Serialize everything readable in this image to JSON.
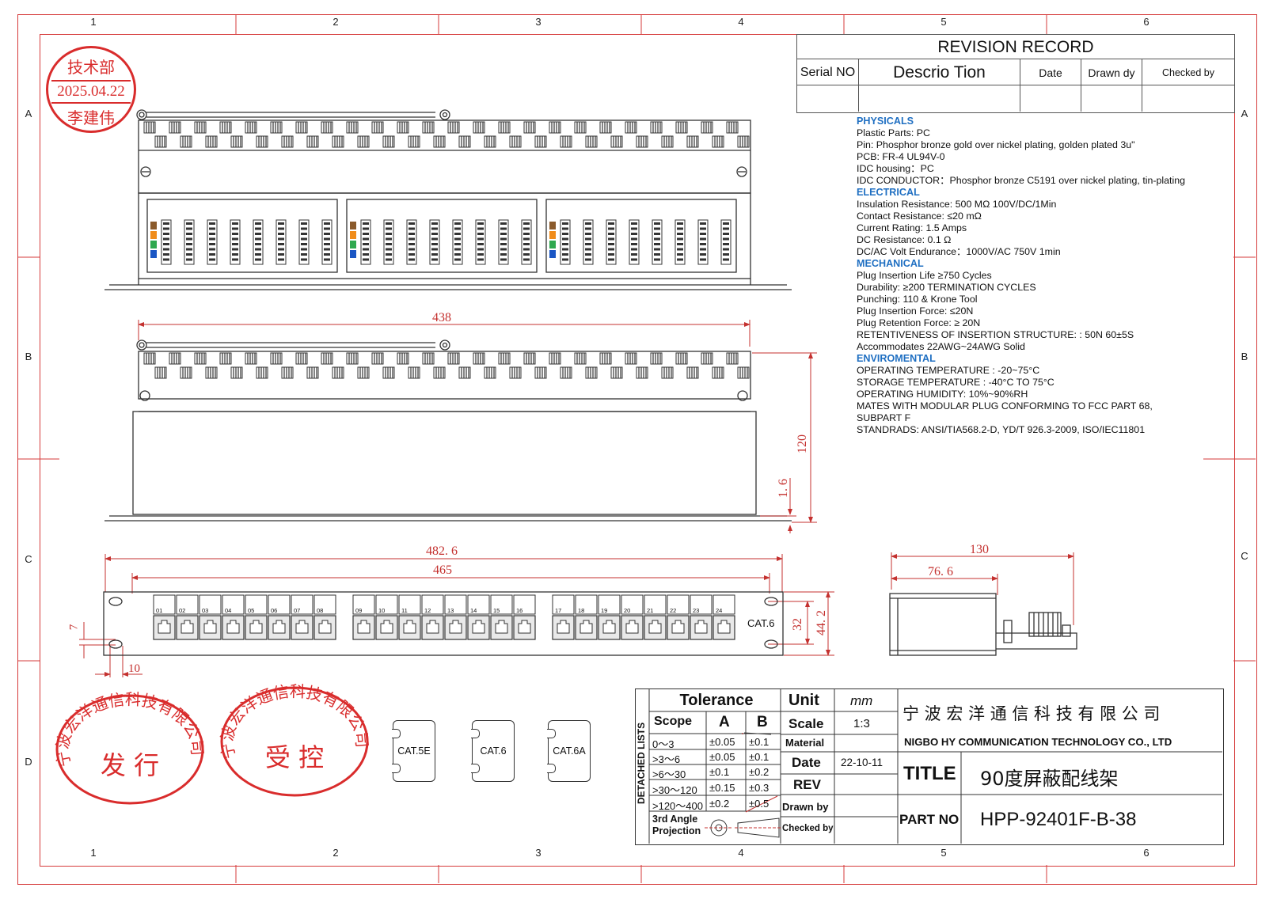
{
  "zones": {
    "columns": [
      "1",
      "2",
      "3",
      "4",
      "5",
      "6"
    ],
    "rows": [
      "A",
      "B",
      "C",
      "D"
    ]
  },
  "revision": {
    "title": "REVISION RECORD",
    "serial": "Serial NO",
    "description": "Descrio Tion",
    "date": "Date",
    "drawn": "Drawn dy",
    "checked": "Checked by"
  },
  "specs": [
    {
      "text": "PHYSICALS",
      "heading": true
    },
    {
      "text": "Plastic Parts: PC"
    },
    {
      "text": "Pin: Phosphor bronze gold over nickel plating, golden plated 3u\""
    },
    {
      "text": "PCB: FR-4 UL94V-0"
    },
    {
      "text": "IDC housing：PC"
    },
    {
      "text": "IDC CONDUCTOR：Phosphor bronze C5191 over nickel plating, tin-plating"
    },
    {
      "text": "ELECTRICAL",
      "heading": true
    },
    {
      "text": "Insulation Resistance: 500 MΩ 100V/DC/1Min"
    },
    {
      "text": "Contact Resistance: ≤20 mΩ"
    },
    {
      "text": "Current Rating: 1.5 Amps"
    },
    {
      "text": "DC Resistance: 0.1 Ω"
    },
    {
      "text": "DC/AC Volt Endurance：1000V/AC 750V 1min"
    },
    {
      "text": "MECHANICAL",
      "heading": true
    },
    {
      "text": "Plug Insertion Life ≥750 Cycles"
    },
    {
      "text": "Durability: ≥200 TERMINATION CYCLES"
    },
    {
      "text": "Punching: 110 & Krone Tool"
    },
    {
      "text": "Plug Insertion Force: ≤20N"
    },
    {
      "text": "Plug Retention Force: ≥ 20N"
    },
    {
      "text": "RETENTIVENESS OF INSERTION STRUCTURE: : 50N 60±5S"
    },
    {
      "text": "Accommodates 22AWG~24AWG Solid"
    },
    {
      "text": "ENVIROMENTAL",
      "heading": true
    },
    {
      "text": "OPERATING TEMPERATURE : -20~75°C"
    },
    {
      "text": "STORAGE TEMPERATURE : -40°C TO 75°C"
    },
    {
      "text": "OPERATING HUMIDITY: 10%~90%RH"
    },
    {
      "text": "MATES WITH MODULAR PLUG CONFORMING TO FCC PART 68,"
    },
    {
      "text": "SUBPART F"
    },
    {
      "text": "STANDRADS: ANSI/TIA568.2-D, YD/T 926.3-2009, ISO/IEC11801"
    }
  ],
  "stamps": {
    "dept": {
      "line1": "技术部",
      "line2": "2025.04.22",
      "line3": "李建伟"
    },
    "issue": {
      "ring": "宁波宏洋通信科技有限公司",
      "center": "发 行"
    },
    "control": {
      "ring": "宁波宏洋通信科技有限公司",
      "center": "受 控"
    }
  },
  "dimensions": {
    "d438": "438",
    "d120": "120",
    "d16": "1. 6",
    "d4826": "482. 6",
    "d465": "465",
    "d32": "32",
    "d442": "44. 2",
    "d7": "7",
    "d10": "10",
    "d130": "130",
    "d766": "76. 6"
  },
  "front": {
    "ports": [
      "01",
      "02",
      "03",
      "04",
      "05",
      "06",
      "07",
      "08",
      "09",
      "10",
      "11",
      "12",
      "13",
      "14",
      "15",
      "16",
      "17",
      "18",
      "19",
      "20",
      "21",
      "22",
      "23",
      "24"
    ],
    "label": "CAT.6"
  },
  "cat_options": [
    "CAT.5E",
    "CAT.6",
    "CAT.6A"
  ],
  "tolerance": {
    "title": "Tolerance",
    "side": "DETACHED LISTS",
    "headers": [
      "Scope",
      "A",
      "B"
    ],
    "rows": [
      [
        "0～3",
        "±0.05",
        "±0.1"
      ],
      [
        ">3～6",
        "±0.05",
        "±0.1"
      ],
      [
        ">6～30",
        "±0.1",
        "±0.2"
      ],
      [
        ">30～120",
        "±0.15",
        "±0.3"
      ],
      [
        ">120～400",
        "±0.2",
        "±0.5"
      ]
    ],
    "projection": "3rd Angle Projection"
  },
  "info": {
    "unit_label": "Unit",
    "unit_value": "mm",
    "scale_label": "Scale",
    "scale_value": "1:3",
    "material_label": "Material",
    "material_value": "",
    "date_label": "Date",
    "date_value": "22-10-11",
    "rev_label": "REV",
    "drawn_label": "Drawn by",
    "checked_label": "Checked by"
  },
  "company": {
    "cn": "宁 波 宏 洋 通 信 科 技 有 限 公 司",
    "en": "NIGBO HY COMMUNICATION TECHNOLOGY CO., LTD",
    "title_label": "TITLE",
    "title_value": "90度屏蔽配线架",
    "part_label": "PART NO",
    "part_value": "HPP-92401F-B-38"
  },
  "colors": {
    "frame": "#d63b3b",
    "stamp": "#d92c2c",
    "heading": "#1f6fc2",
    "dim": "#c4312f"
  }
}
